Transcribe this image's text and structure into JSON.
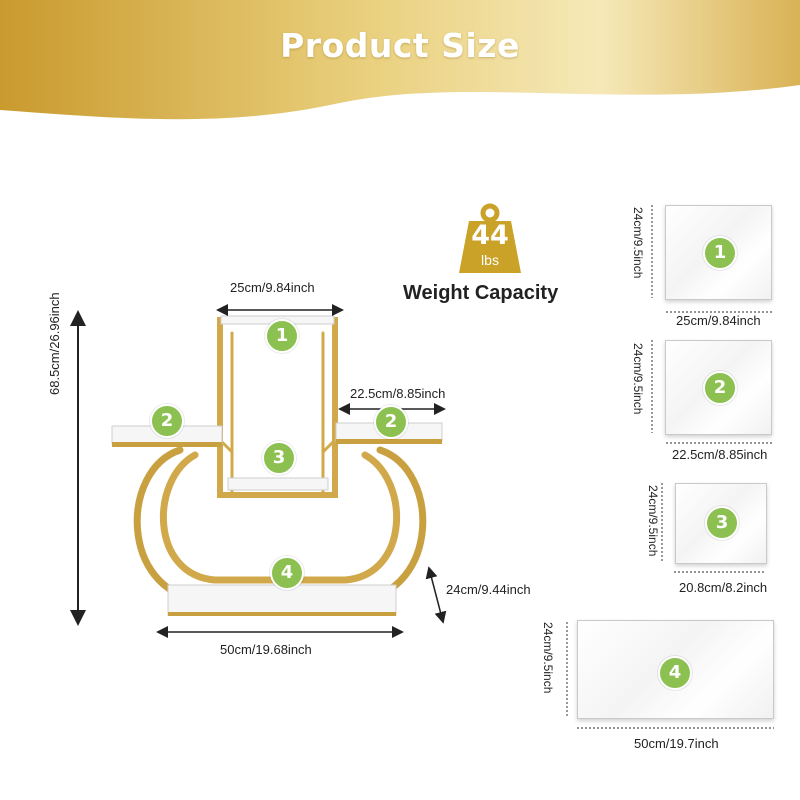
{
  "header": {
    "title": "Product Size",
    "color_dark": "#c99a2e",
    "color_light": "#f6e9b8"
  },
  "weight": {
    "value": "44",
    "unit": "lbs",
    "caption": "Weight Capacity",
    "color": "#c9a227"
  },
  "marker_color": "#8cc152",
  "stand": {
    "top_width": "25cm/9.84inch",
    "side_width": "22.5cm/8.85inch",
    "height": "68.5cm/26.96inch",
    "bottom_depth": "24cm/9.44inch",
    "bottom_width": "50cm/19.68inch",
    "markers": [
      "1",
      "2",
      "2",
      "3",
      "4"
    ]
  },
  "shelves": [
    {
      "number": "1",
      "width": "25cm/9.84inch",
      "depth": "24cm/9.5inch"
    },
    {
      "number": "2",
      "width": "22.5cm/8.85inch",
      "depth": "24cm/9.5inch"
    },
    {
      "number": "3",
      "width": "20.8cm/8.2inch",
      "depth": "24cm/9.5inch"
    },
    {
      "number": "4",
      "width": "50cm/19.7inch",
      "depth": "24cm/9.5inch"
    }
  ]
}
